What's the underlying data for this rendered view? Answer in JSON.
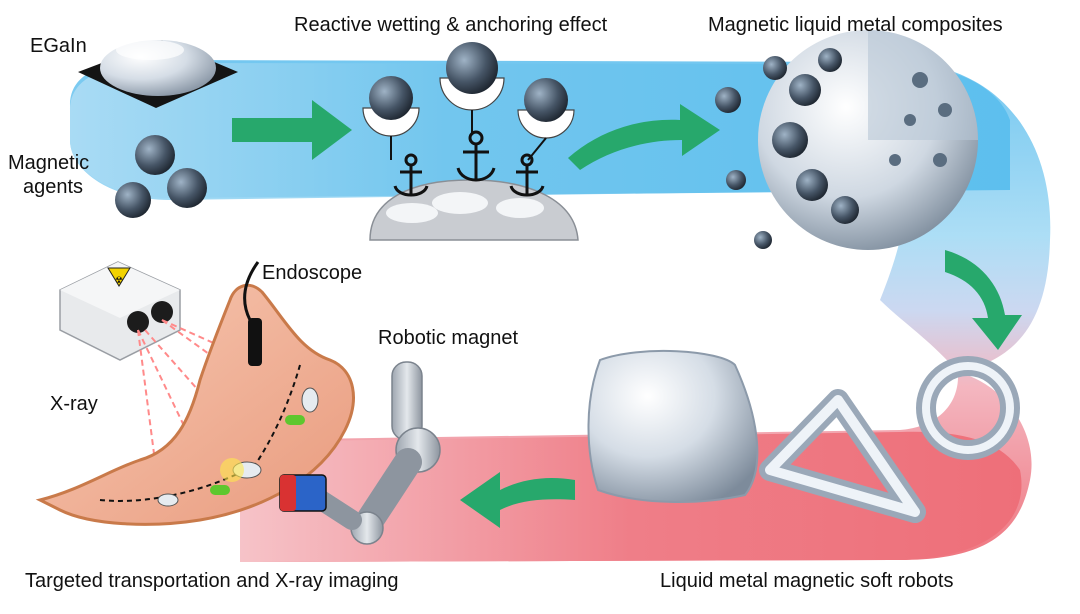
{
  "labels": {
    "egain": "EGaIn",
    "reactive": "Reactive wetting & anchoring effect",
    "composites": "Magnetic liquid metal composites",
    "magnetic_agents_line1": "Magnetic",
    "magnetic_agents_line2": "agents",
    "endoscope": "Endoscope",
    "robotic_magnet": "Robotic magnet",
    "xray": "X-ray",
    "targeted": "Targeted transportation and X-ray imaging",
    "soft_robots": "Liquid metal magnetic soft robots"
  },
  "colors": {
    "band_blue": "#66c2ee",
    "band_pink": "#ee6f79",
    "arrow_green": "#27a86c",
    "metal_light": "#eef3f8",
    "metal_dark": "#8c9aaa",
    "particle_dark": "#3a4552",
    "stomach_fill": "#f2b59a",
    "stomach_edge": "#c97a4a",
    "laser_red": "#ff8a8a"
  }
}
